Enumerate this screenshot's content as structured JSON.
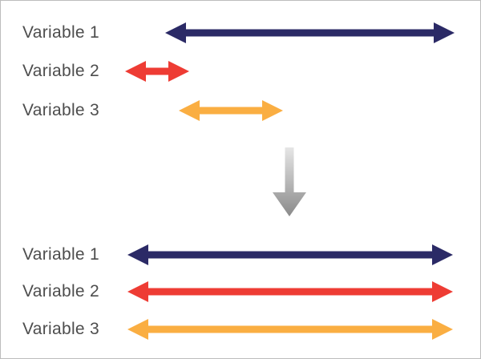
{
  "sections": {
    "before": {
      "rows": [
        {
          "label": "Variable 1",
          "color_name": "navy"
        },
        {
          "label": "Variable 2",
          "color_name": "red"
        },
        {
          "label": "Variable 3",
          "color_name": "orange"
        }
      ]
    },
    "after": {
      "rows": [
        {
          "label": "Variable 1",
          "color_name": "navy"
        },
        {
          "label": "Variable 2",
          "color_name": "red"
        },
        {
          "label": "Variable 3",
          "color_name": "orange"
        }
      ]
    }
  },
  "icons": {
    "range_arrow": "double-headed-arrow-icon",
    "transform_arrow": "down-arrow-icon"
  },
  "colors": {
    "navy": "#2b2a66",
    "red": "#ee3c34",
    "orange": "#faae42",
    "gray_arrow_top": "#e6e6e6",
    "gray_arrow_bottom": "#8a8a8a",
    "label_text": "#4d4d4d",
    "border": "#bdbdbd"
  }
}
